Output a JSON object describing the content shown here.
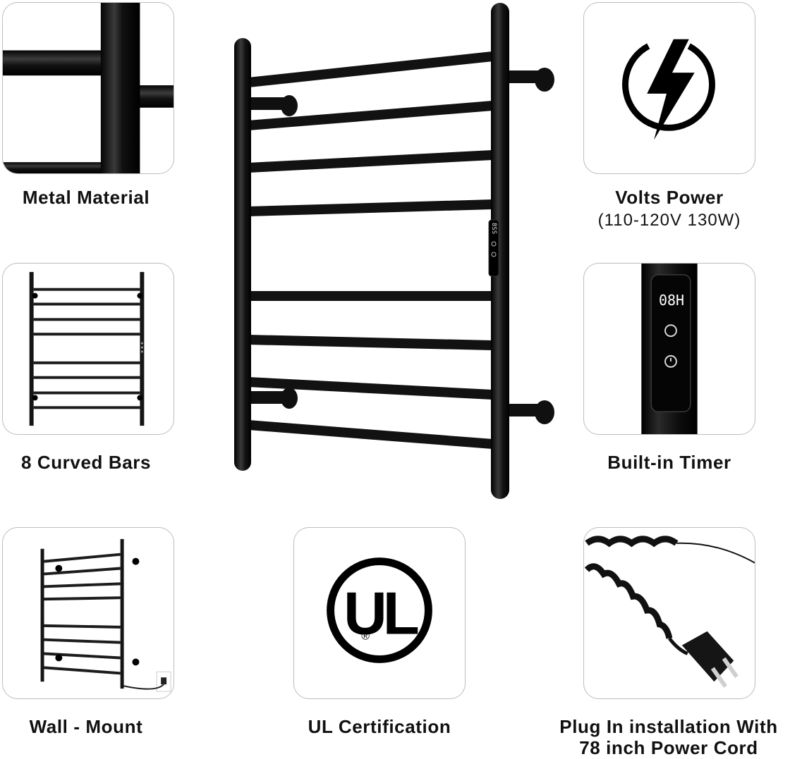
{
  "features": {
    "metal": {
      "label": "Metal Material"
    },
    "bars": {
      "label": "8 Curved Bars"
    },
    "wall": {
      "label": "Wall - Mount"
    },
    "volts": {
      "label": "Volts Power",
      "sub": "(110-120V 130W)"
    },
    "timer": {
      "label": "Built-in Timer",
      "display": "08H"
    },
    "ul": {
      "label": "UL Certification",
      "mark": "UL",
      "registered": "®"
    },
    "plug": {
      "line1": "Plug In installation With",
      "line2": "78 inch Power Cord"
    }
  },
  "product": {
    "panel_display": "8SS"
  },
  "colors": {
    "finish": "#111111",
    "border": "#bdbdbd",
    "text": "#111111"
  }
}
